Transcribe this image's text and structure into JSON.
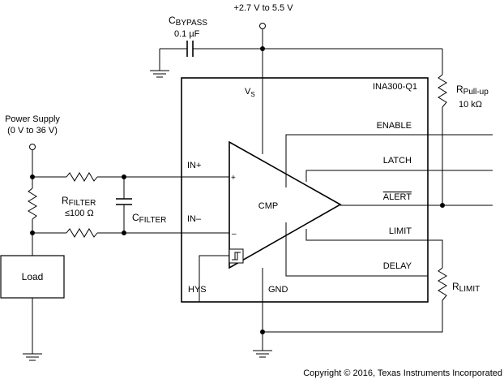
{
  "supply_label": "+2.7 V to 5.5 V",
  "cbypass": {
    "name": "C",
    "sub": "BYPASS",
    "value": "0.1 µF"
  },
  "rpullup": {
    "name": "R",
    "sub": "Pull-up",
    "value": "10 kΩ"
  },
  "power_supply": {
    "line1": "Power Supply",
    "line2": "(0 V to 36 V)"
  },
  "rfilter": {
    "name": "R",
    "sub": "FILTER",
    "value": "≤100 Ω"
  },
  "cfilter": {
    "name": "C",
    "sub": "FILTER"
  },
  "rlimit": {
    "name": "R",
    "sub": "LIMIT"
  },
  "load_label": "Load",
  "ic": {
    "part": "INA300-Q1",
    "vs": "V",
    "vs_sub": "S",
    "in_plus": "IN+",
    "in_minus": "IN–",
    "comparator": "CMP",
    "plus_sign": "+",
    "minus_sign": "–",
    "hys": "HYS",
    "gnd": "GND",
    "pins": {
      "enable": "ENABLE",
      "latch": "LATCH",
      "alert": "ALERT",
      "limit": "LIMIT",
      "delay": "DELAY"
    }
  },
  "copyright": "Copyright © 2016, Texas Instruments Incorporated"
}
